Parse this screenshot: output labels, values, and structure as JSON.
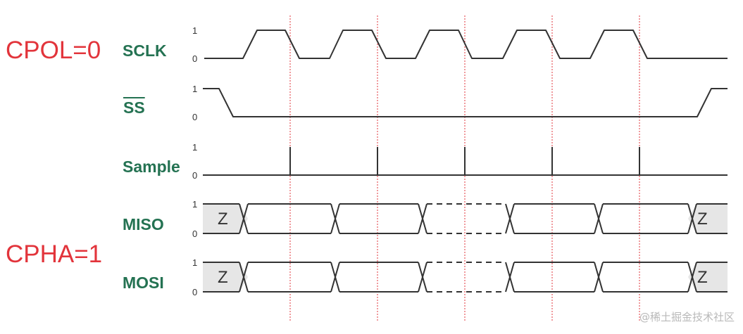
{
  "modes": {
    "cpol": "CPOL=0",
    "cpha": "CPHA=1"
  },
  "signals": [
    {
      "key": "sclk",
      "label": "SCLK",
      "high": "1",
      "low": "0"
    },
    {
      "key": "ss",
      "label": "SS",
      "overline": true,
      "high": "1",
      "low": "0"
    },
    {
      "key": "sample",
      "label": "Sample",
      "high": "1",
      "low": "0"
    },
    {
      "key": "miso",
      "label": "MISO",
      "high": "1",
      "low": "0"
    },
    {
      "key": "mosi",
      "label": "MOSI",
      "high": "1",
      "low": "0"
    }
  ],
  "idle_state_label": "Z",
  "watermark": "@稀土掘金技术社区",
  "colors": {
    "trace": "#333333",
    "sample_marker": "#e2343b",
    "mode_text": "#e2343b",
    "signal_text": "#247252",
    "z_fill": "#e6e6e6"
  }
}
